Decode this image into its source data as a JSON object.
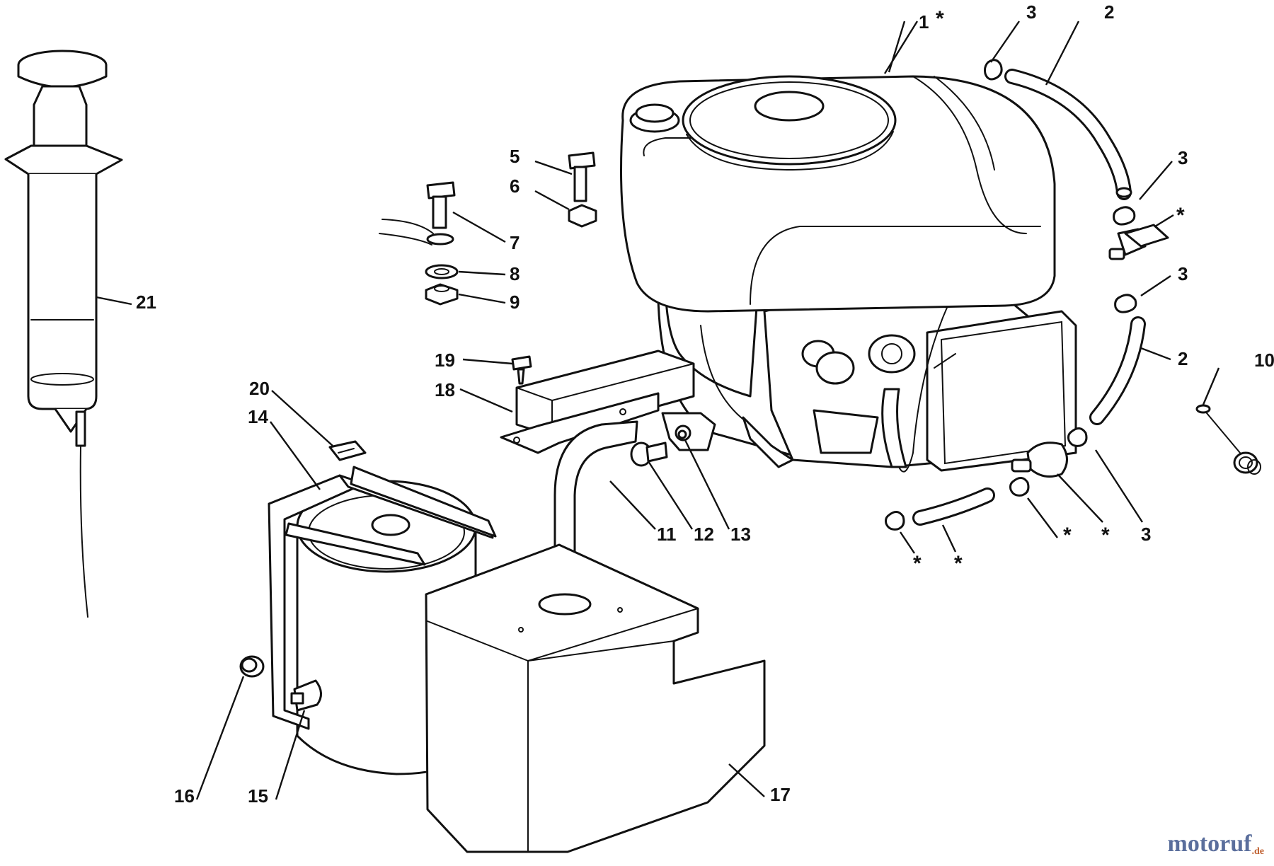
{
  "diagram": {
    "callouts": [
      {
        "id": "c1",
        "label": "1"
      },
      {
        "id": "c1-star",
        "label": "*"
      },
      {
        "id": "c2a",
        "label": "2"
      },
      {
        "id": "c2b",
        "label": "2"
      },
      {
        "id": "c3a",
        "label": "3"
      },
      {
        "id": "c3b",
        "label": "3"
      },
      {
        "id": "c3c",
        "label": "3"
      },
      {
        "id": "c3d",
        "label": "3"
      },
      {
        "id": "c-star-filter",
        "label": "*"
      },
      {
        "id": "c5",
        "label": "5"
      },
      {
        "id": "c6",
        "label": "6"
      },
      {
        "id": "c7",
        "label": "7"
      },
      {
        "id": "c8",
        "label": "8"
      },
      {
        "id": "c9",
        "label": "9"
      },
      {
        "id": "c10",
        "label": "10"
      },
      {
        "id": "c11",
        "label": "11"
      },
      {
        "id": "c12",
        "label": "12"
      },
      {
        "id": "c13",
        "label": "13"
      },
      {
        "id": "c14",
        "label": "14"
      },
      {
        "id": "c15",
        "label": "15"
      },
      {
        "id": "c16",
        "label": "16"
      },
      {
        "id": "c17",
        "label": "17"
      },
      {
        "id": "c18",
        "label": "18"
      },
      {
        "id": "c19",
        "label": "19"
      },
      {
        "id": "c20",
        "label": "20"
      },
      {
        "id": "c21",
        "label": "21"
      },
      {
        "id": "c-star-a",
        "label": "*"
      },
      {
        "id": "c-star-b",
        "label": "*"
      },
      {
        "id": "c-star-c",
        "label": "*"
      },
      {
        "id": "c-star-d",
        "label": "*"
      }
    ]
  },
  "watermark": {
    "main": "motoruf",
    "suffix": ".de",
    "main_color": "#5a6e9c",
    "suffix_color": "#c06030"
  }
}
